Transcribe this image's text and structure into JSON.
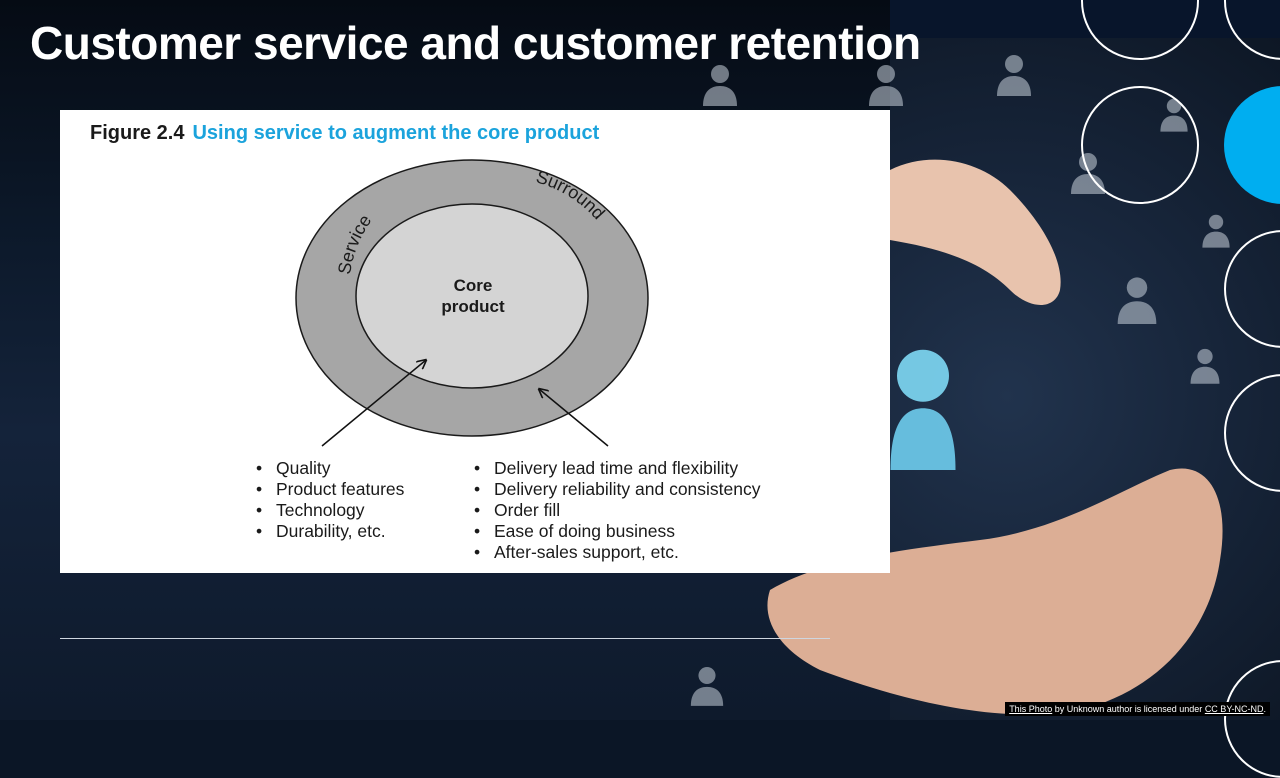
{
  "slide": {
    "title": "Customer service and customer retention"
  },
  "figure": {
    "label": "Figure 2.4",
    "title": "Using service to augment the core product",
    "outer_ring_labels": [
      "Service",
      "Surround"
    ],
    "core_label_line1": "Core",
    "core_label_line2": "product",
    "core_product_items": [
      "Quality",
      "Product features",
      "Technology",
      "Durability, etc."
    ],
    "service_items": [
      "Delivery lead time and flexibility",
      "Delivery reliability and consistency",
      "Order fill",
      "Ease of doing business",
      "After-sales support, etc."
    ]
  },
  "credit": {
    "photo_link": "This Photo",
    "by_text": " by Unknown author is licensed under ",
    "license_link": "CC BY-NC-ND",
    "end": "."
  },
  "colors": {
    "accent_blue": "#00aef0",
    "figure_title_blue": "#1ba3dc",
    "outer_ring": "#a6a6a6",
    "core": "#d4d4d4"
  },
  "icons": [
    "person-silhouette-icon",
    "hand-icon"
  ]
}
